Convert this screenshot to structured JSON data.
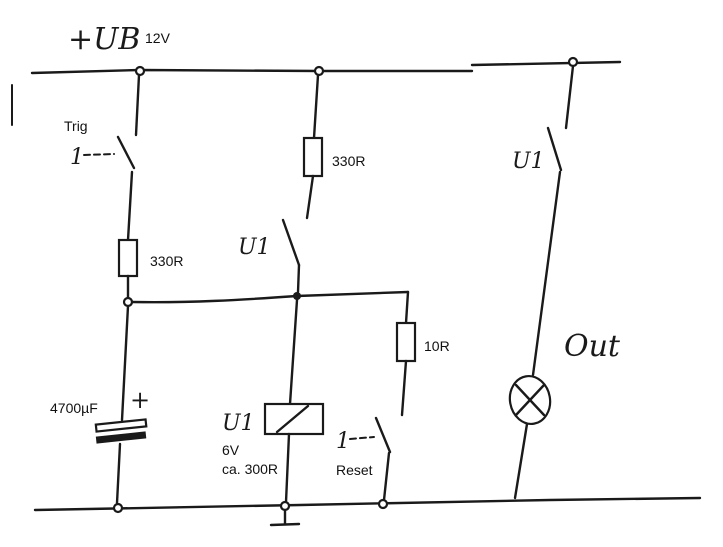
{
  "supply": {
    "symbol": "+UB",
    "voltage": "12V"
  },
  "trigger": {
    "label": "Trig"
  },
  "resistors": {
    "r_top_left": "330R",
    "r_top_mid": "330R",
    "r_right": "10R"
  },
  "capacitor": {
    "value": "4700µF",
    "polarity": "+"
  },
  "relay": {
    "name": "U1",
    "voltage": "6V",
    "resistance": "ca. 300R"
  },
  "contacts": {
    "k_mid": "U1",
    "k_right": "U1"
  },
  "reset": {
    "label": "Reset"
  },
  "output": {
    "label": "Out"
  },
  "switch_stub": "1"
}
